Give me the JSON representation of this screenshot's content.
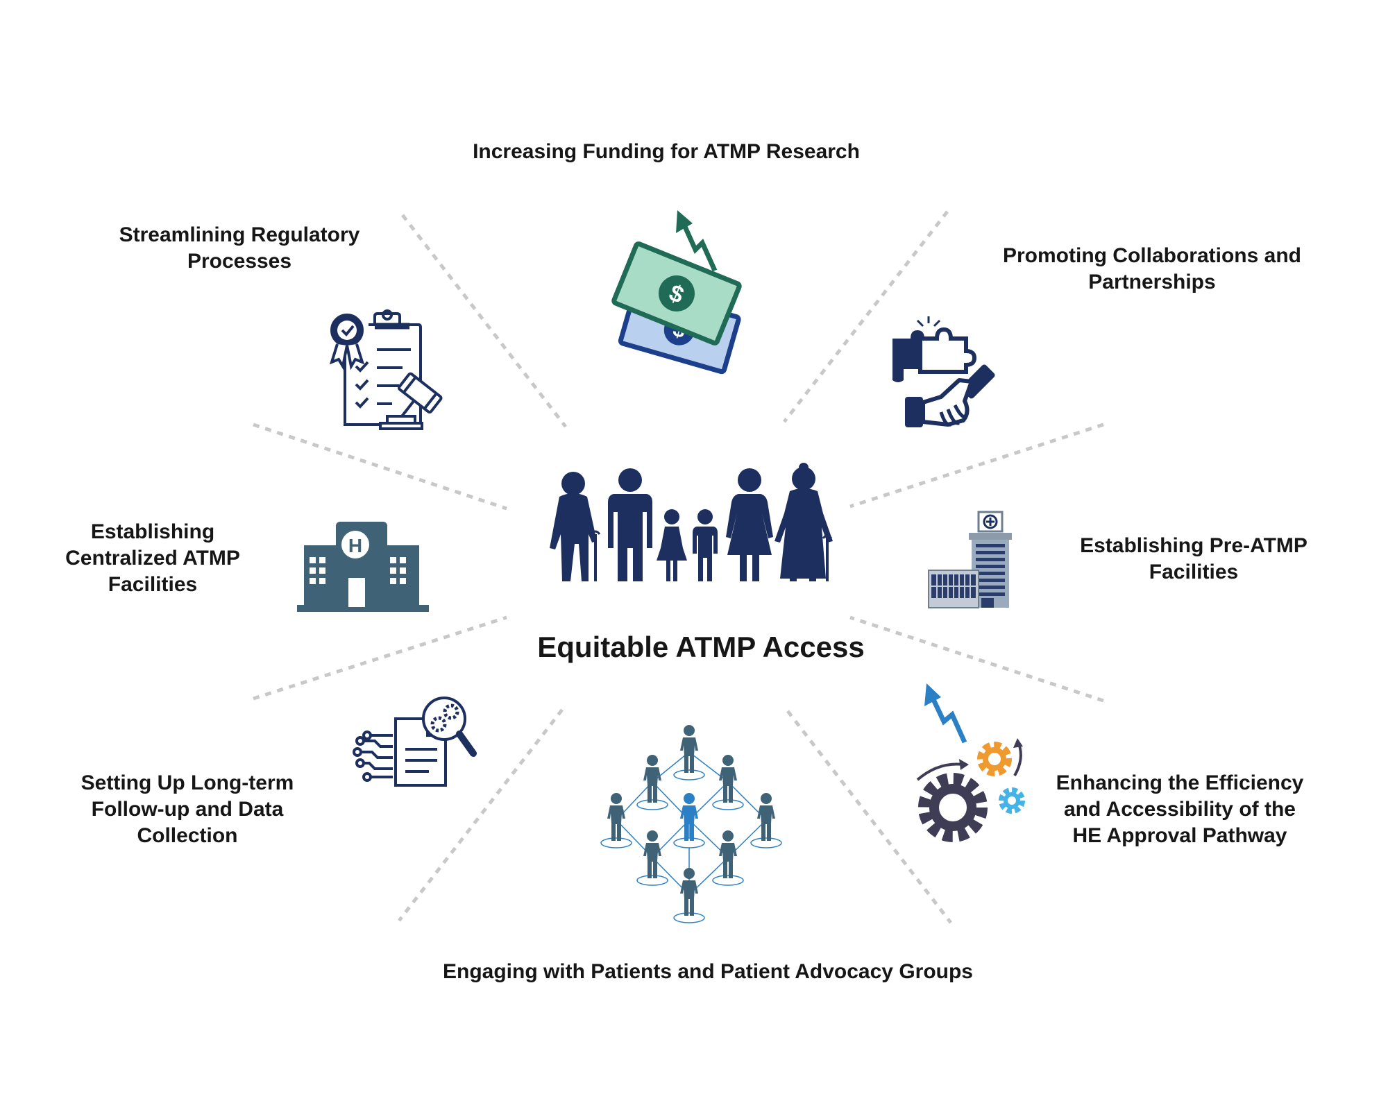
{
  "center": {
    "title": "Equitable ATMP Access",
    "icon": "family-generations-icon"
  },
  "strategies": [
    {
      "id": "funding",
      "label": "Increasing Funding for ATMP Research",
      "icon": "money-growth-icon"
    },
    {
      "id": "collaboration",
      "label": "Promoting Collaborations and\nPartnerships",
      "icon": "puzzle-handshake-icon"
    },
    {
      "id": "pre-atmp",
      "label": "Establishing Pre-ATMP\nFacilities",
      "icon": "hospital-tower-icon"
    },
    {
      "id": "he-approval",
      "label": "Enhancing the Efficiency\nand Accessibility of the\nHE Approval Pathway",
      "icon": "gears-growth-icon"
    },
    {
      "id": "patients",
      "label": "Engaging with Patients and Patient Advocacy Groups",
      "icon": "people-network-icon"
    },
    {
      "id": "follow-up",
      "label": "Setting Up Long-term\nFollow-up and Data\nCollection",
      "icon": "data-analysis-icon"
    },
    {
      "id": "centralized",
      "label": "Establishing\nCentralized ATMP\nFacilities",
      "icon": "hospital-building-icon"
    },
    {
      "id": "regulatory",
      "label": "Streamlining Regulatory\nProcesses",
      "icon": "regulatory-checklist-icon"
    }
  ],
  "colors": {
    "navy": "#1c2f5e",
    "green": "#1f6b55",
    "mint": "#a9dcc6",
    "blue": "#2a7fc5",
    "cyan": "#45b3e6",
    "orange": "#ee9a2e",
    "slate": "#3f6277",
    "divider": "#c8c8c8"
  }
}
